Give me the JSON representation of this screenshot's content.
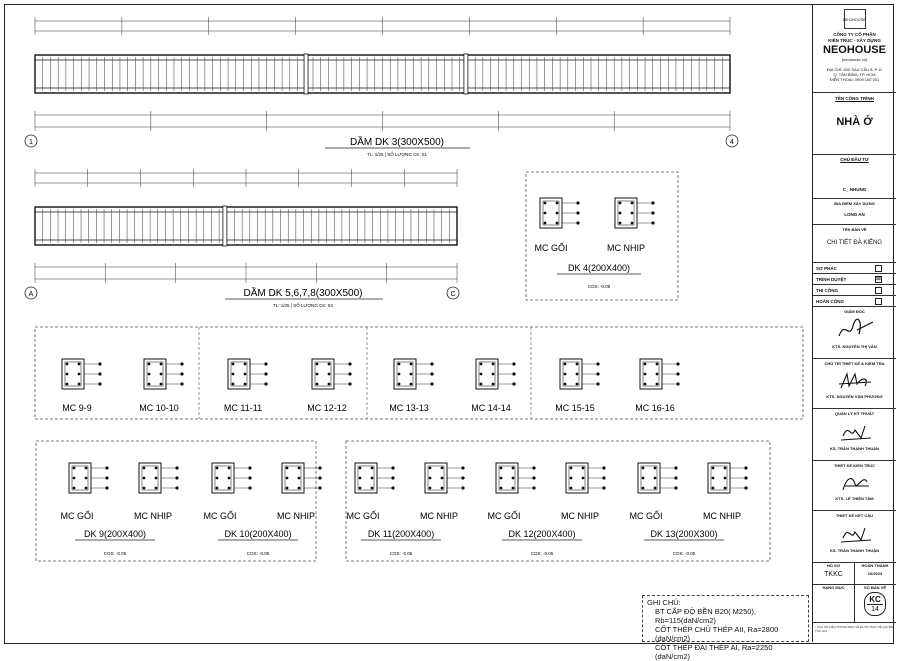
{
  "beams": {
    "dk3": {
      "title": "DẦM DK 3(300X500)",
      "scale": "TL: 1/25 | SỐ LƯỢNG CK: 01",
      "axes": [
        "1",
        "4"
      ]
    },
    "dk5": {
      "title": "DẦM DK 5,6,7,8(300X500)",
      "scale": "TL: 1/25 | SỐ LƯỢNG CK: 04",
      "axes": [
        "A",
        "C"
      ]
    }
  },
  "sections": {
    "dk4": {
      "left": "MC GỐI",
      "right": "MC NHIP",
      "title": "DK 4(200X400)",
      "sub": "COS: -0.05"
    },
    "row1": [
      "MC 9-9",
      "MC 10-10",
      "MC 11-11",
      "MC 12-12",
      "MC 13-13",
      "MC 14-14",
      "MC 15-15",
      "MC 16-16"
    ],
    "row2": [
      {
        "left": "MC GỐI",
        "right": "MC NHIP",
        "title": "DK 9(200X400)",
        "sub": "COS: -0.05"
      },
      {
        "left": "MC GỐI",
        "right": "MC NHIP",
        "title": "DK 10(200X400)",
        "sub": "COS: -0.05"
      },
      {
        "left": "MC GỐI",
        "right": "MC NHIP",
        "title": "DK 11(200X400)",
        "sub": "COS: -0.05"
      },
      {
        "left": "MC GỐI",
        "right": "MC NHIP",
        "title": "DK 12(200X400)",
        "sub": "COS: -0.05"
      },
      {
        "left": "MC GỐI",
        "right": "MC NHIP",
        "title": "DK 13(200X300)",
        "sub": "COS: -0.05"
      }
    ]
  },
  "notes": {
    "heading": "GHI CHÚ:",
    "line1": "BT CẤP ĐỘ BỀN B20( M250), Rb=115(daN/cm2)",
    "line2": "CỐT THÉP CHỦ THÉP AII, Ra=2800 (daN/cm2)",
    "line3": "CỐT THÉP ĐAI THÉP AI, Ra=2250 (daN/cm2)"
  },
  "title_block": {
    "logo_text": "NEOHOUSE",
    "company_line1": "CÔNG TY CỔ PHẦN",
    "company_line2": "KIẾN TRÚC - XÂY DỰNG",
    "brand": "NEOHOUSE",
    "website": "(neohouse.vn)",
    "address": "ĐỊA CHỈ: 800 SAU CẦU 8, P.11",
    "address2": "Q. TÂN BÌNH, TP. HCM",
    "phone": "ĐIỆN THOẠI: 0909 100 001",
    "project_label": "TÊN CÔNG TRÌNH",
    "project": "NHÀ Ở",
    "owner_label": "CHỦ ĐẦU TƯ",
    "owner": "C_ NHUNG",
    "location_label": "ĐỊA ĐIỂM XÂY DỰNG",
    "location": "LONG AN",
    "drawing_label": "TÊN BẢN VẼ",
    "drawing": "CHI TIẾT ĐÀ KIỀNG",
    "phases": [
      {
        "label": "SƠ PHÁC",
        "checked": false
      },
      {
        "label": "TRÌNH DUYỆT",
        "checked": true
      },
      {
        "label": "THI CÔNG",
        "checked": false
      },
      {
        "label": "HOÀN CÔNG",
        "checked": false
      }
    ],
    "director_label": "GIÁM ĐỐC",
    "director": "KTS. NGUYỄN THỊ VÂN",
    "chief_label": "CHỦ TRÌ THIẾT KẾ & KIỂM TRA",
    "chief": "KTS. NGUYỄN VĂN PHƯƠNG",
    "tech_label": "QUẢN LÝ KỸ THUẬT",
    "tech": "KS. TRẦN THANH THUẬN",
    "arch_label": "THIẾT KẾ KIẾN TRÚC",
    "arch": "KTS. LÊ THIỆN TÂM",
    "struct_label": "THIẾT KẾ KẾT CẤU",
    "struct": "KS. TRẦN THANH THUẬN",
    "file_label": "HỒ SƠ",
    "file": "TKKC",
    "date_label": "HOÀN THÀNH",
    "date": "10/2023",
    "item_label": "HẠNG MỤC",
    "sheet_label": "SỐ BẢN VẼ",
    "sheet_code": "KC",
    "sheet_no": "14",
    "footer": "- CÁC SỐ LIỆU TRONG BẢN VẼ ĐƯỢC BẢO VỆ QUYỀN TÁC GIẢ"
  }
}
